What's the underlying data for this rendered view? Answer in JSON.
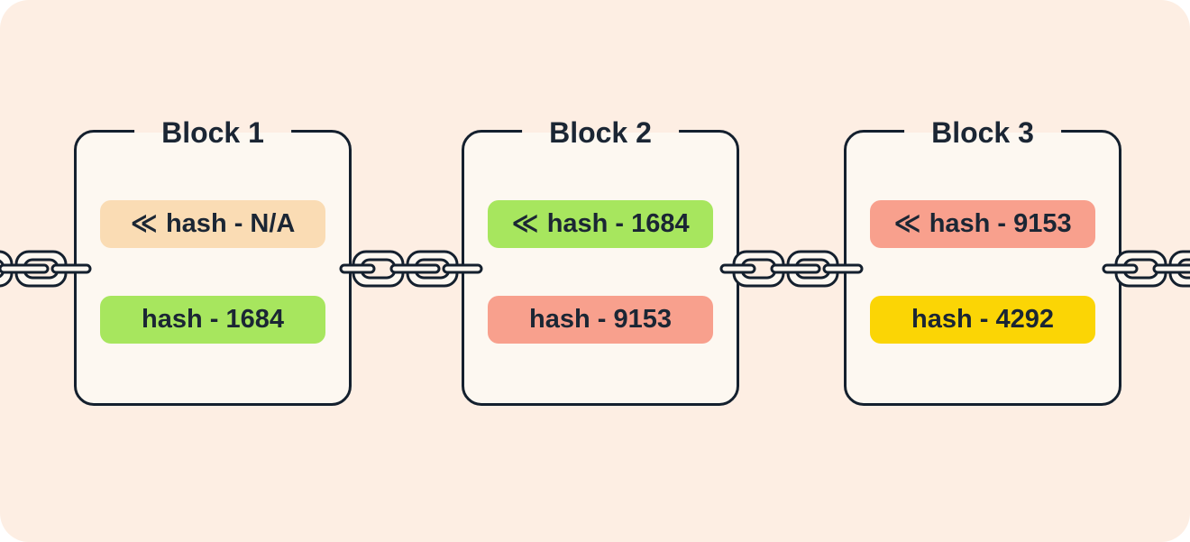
{
  "diagram": {
    "subject": "blockchain-blocks-linked-by-chains",
    "colors": {
      "panel_background": "#fdeee3",
      "block_background": "#fdf8f1",
      "outline_ink": "#14202e",
      "text_ink": "#1b2634",
      "badge_peach": "#fadcb4",
      "badge_green": "#a7e65e",
      "badge_salmon": "#f8a08d",
      "badge_yellow": "#fbd505"
    },
    "chain": {
      "icon": "chain-link-icon",
      "segments_visible": 4
    },
    "blocks": [
      {
        "title": "Block 1",
        "prev_hash": {
          "icon": "≪",
          "label": "hash - N/A",
          "color": "#fadcb4"
        },
        "own_hash": {
          "label": "hash - 1684",
          "color": "#a7e65e"
        }
      },
      {
        "title": "Block 2",
        "prev_hash": {
          "icon": "≪",
          "label": "hash - 1684",
          "color": "#a7e65e"
        },
        "own_hash": {
          "label": "hash - 9153",
          "color": "#f8a08d"
        }
      },
      {
        "title": "Block 3",
        "prev_hash": {
          "icon": "≪",
          "label": "hash - 9153",
          "color": "#f8a08d"
        },
        "own_hash": {
          "label": "hash - 4292",
          "color": "#fbd505"
        }
      }
    ]
  }
}
